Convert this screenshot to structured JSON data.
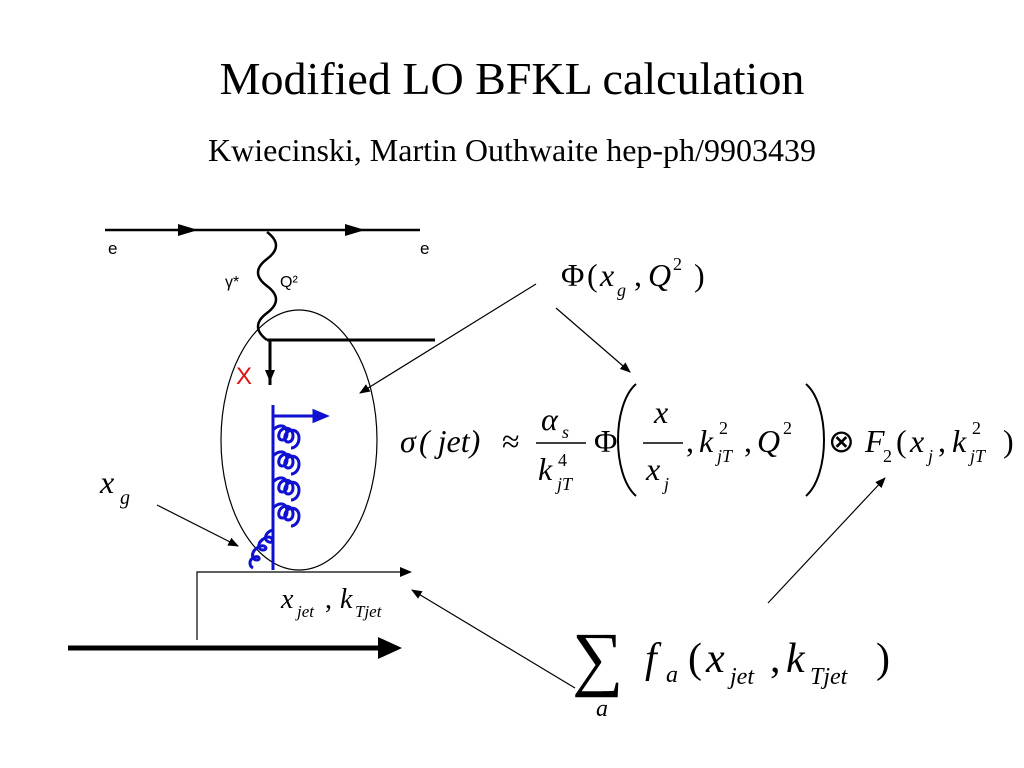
{
  "slide": {
    "title": "Modified LO BFKL calculation",
    "subtitle": "Kwiecinski, Martin Outhwaite hep-ph/9903439"
  },
  "diagram": {
    "electron_in_label": "e",
    "electron_out_label": "e",
    "photon_label": "γ*",
    "virtuality_label": "Q²",
    "cut_mark": "X",
    "gluon_color": "#1010d0",
    "cut_mark_color": "#e01010"
  },
  "labels": {
    "xg_base": "x",
    "xg_sub": "g",
    "xjet_base": "x",
    "xjet_sub": "jet",
    "sep": ",",
    "k_base": "k",
    "kTjet_sub": "Tjet"
  },
  "formulas": {
    "phi": {
      "Phi": "Φ",
      "lparen": "(",
      "x": "x",
      "x_sub": "g",
      "comma": ",",
      "Q": "Q",
      "Q_sup": "2",
      "rparen": ")"
    },
    "sigma": {
      "sigma": "σ",
      "lhs": "( jet)",
      "approx": "≈",
      "alpha": "α",
      "alpha_sub": "s",
      "k": "k",
      "k_sup": "4",
      "k_sub": "jT",
      "Phi": "Φ",
      "x_num": "x",
      "x_den": "x",
      "x_den_sub": "j",
      "comma1": ",",
      "k2": "k",
      "k2_sup": "2",
      "k2_sub": "jT",
      "comma2": ",",
      "Q": "Q",
      "Q_sup": "2",
      "otimes": "⊗",
      "F": "F",
      "F_sub": "2",
      "F_args_open": "(",
      "F_x": "x",
      "F_x_sub": "j",
      "F_comma": ",",
      "F_k": "k",
      "F_k_sup": "2",
      "F_k_sub": "jT",
      "F_close": ")"
    },
    "pdf_sum": {
      "sum": "∑",
      "sum_sub": "a",
      "f": "f",
      "f_sub": "a",
      "open": "(",
      "x": "x",
      "x_sub": "jet",
      "comma": ",",
      "k": "k",
      "k_sub": "Tjet",
      "close": ")"
    }
  }
}
